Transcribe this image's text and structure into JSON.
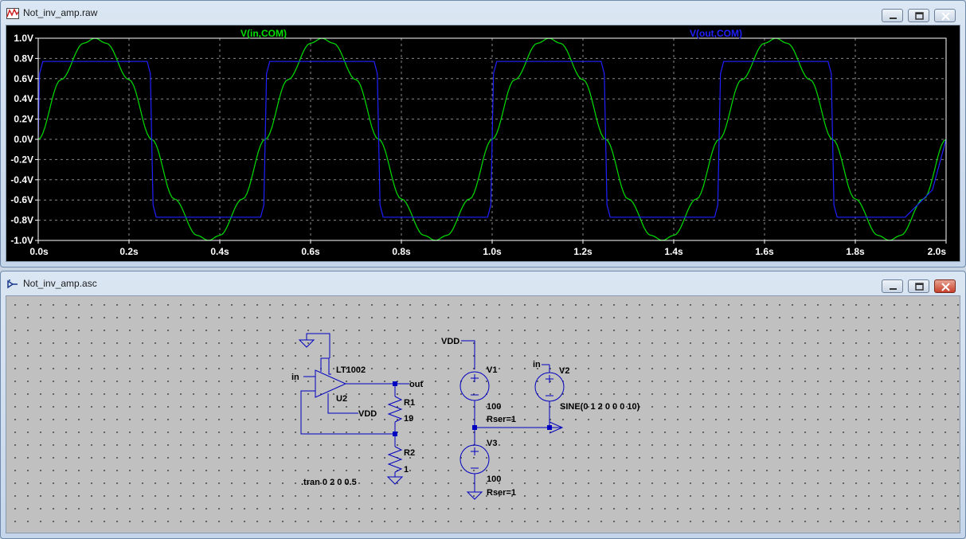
{
  "plot_window": {
    "title": "Not_inv_amp.raw",
    "trace_in_label": "V(in,COM)",
    "trace_out_label": "V(out,COM)"
  },
  "schematic_window": {
    "title": "Not_inv_amp.asc"
  },
  "colors": {
    "trace_in": "#00e000",
    "trace_out": "#2020ff",
    "wire": "#0000c0",
    "grid": "#888888",
    "axis_text": "#ffffff"
  },
  "chart_data": {
    "type": "line",
    "xlabel": "",
    "ylabel": "",
    "xlim": [
      0,
      2.0
    ],
    "ylim": [
      -1.0,
      1.0
    ],
    "x_ticks": [
      "0.0s",
      "0.2s",
      "0.4s",
      "0.6s",
      "0.8s",
      "1.0s",
      "1.2s",
      "1.4s",
      "1.6s",
      "1.8s",
      "2.0s"
    ],
    "y_ticks": [
      "1.0V",
      "0.8V",
      "0.6V",
      "0.4V",
      "0.2V",
      "0.0V",
      "-0.2V",
      "-0.4V",
      "-0.6V",
      "-0.8V",
      "-1.0V"
    ],
    "grid": true,
    "series": [
      {
        "name": "V(in,COM)",
        "color": "#00e000",
        "x": [
          0,
          0.05,
          0.1,
          0.125,
          0.15,
          0.2,
          0.25,
          0.3,
          0.35,
          0.375,
          0.4,
          0.45,
          0.5,
          0.55,
          0.6,
          0.625,
          0.65,
          0.7,
          0.75,
          0.8,
          0.85,
          0.875,
          0.9,
          0.95,
          1.0,
          1.05,
          1.1,
          1.125,
          1.15,
          1.2,
          1.25,
          1.3,
          1.35,
          1.375,
          1.4,
          1.45,
          1.5,
          1.55,
          1.6,
          1.625,
          1.65,
          1.7,
          1.75,
          1.8,
          1.85,
          1.875,
          1.9,
          1.95,
          2.0
        ],
        "y": [
          0,
          0.59,
          0.95,
          1.0,
          0.95,
          0.59,
          0,
          -0.59,
          -0.95,
          -1.0,
          -0.95,
          -0.59,
          0,
          0.59,
          0.95,
          1.0,
          0.95,
          0.59,
          0,
          -0.59,
          -0.95,
          -1.0,
          -0.95,
          -0.59,
          0,
          0.59,
          0.95,
          1.0,
          0.95,
          0.59,
          0,
          -0.59,
          -0.95,
          -1.0,
          -0.95,
          -0.59,
          0,
          0.59,
          0.95,
          1.0,
          0.95,
          0.59,
          0,
          -0.59,
          -0.95,
          -1.0,
          -0.95,
          -0.59,
          0
        ]
      },
      {
        "name": "V(out,COM)",
        "color": "#2020ff",
        "x": [
          0,
          0.003,
          0.01,
          0.24,
          0.247,
          0.253,
          0.26,
          0.49,
          0.497,
          0.503,
          0.51,
          0.74,
          0.747,
          0.753,
          0.76,
          0.99,
          0.997,
          1.003,
          1.01,
          1.24,
          1.247,
          1.253,
          1.26,
          1.49,
          1.497,
          1.503,
          1.51,
          1.74,
          1.747,
          1.753,
          1.76,
          1.91,
          1.97,
          2.0
        ],
        "y": [
          0,
          0.65,
          0.77,
          0.77,
          0.65,
          -0.65,
          -0.77,
          -0.77,
          -0.65,
          0.65,
          0.77,
          0.77,
          0.65,
          -0.65,
          -0.77,
          -0.77,
          -0.65,
          0.65,
          0.77,
          0.77,
          0.65,
          -0.65,
          -0.77,
          -0.77,
          -0.65,
          0.65,
          0.77,
          0.77,
          0.65,
          -0.65,
          -0.77,
          -0.77,
          -0.5,
          0
        ]
      }
    ]
  },
  "schematic": {
    "opamp_model": "LT1002",
    "opamp_ref": "U2",
    "net_in_opamp": "in",
    "net_out": "out",
    "net_vdd_opamp": "VDD",
    "r1_ref": "R1",
    "r1_value": "19",
    "r2_ref": "R2",
    "r2_value": "1",
    "tran_directive": ".tran 0 2 0 0.5",
    "net_vdd_supply": "VDD",
    "v1_ref": "V1",
    "v1_value": "100",
    "v1_rser": "Rser=1",
    "v3_ref": "V3",
    "v3_value": "100",
    "v3_rser": "Rser=1",
    "net_in_source": "in",
    "v2_ref": "V2",
    "v2_value": "SINE(0 1 2 0 0 0 10)"
  }
}
